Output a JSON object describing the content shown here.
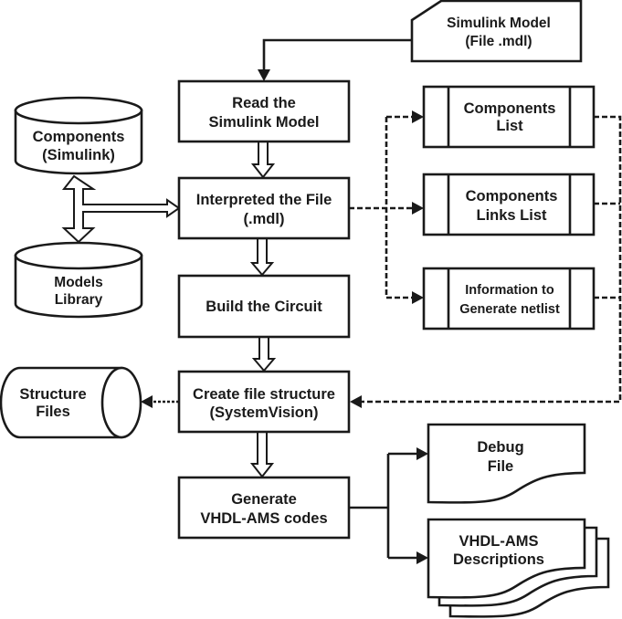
{
  "diagram": {
    "type": "flowchart",
    "colors": {
      "stroke": "#1a1a1a",
      "background": "#ffffff"
    },
    "nodes": {
      "simulink_model": {
        "kind": "document-cut-corner",
        "lines": [
          "Simulink Model",
          "(File .mdl)"
        ]
      },
      "read_model": {
        "kind": "process",
        "lines": [
          "Read the",
          "Simulink Model"
        ]
      },
      "interpret_file": {
        "kind": "process",
        "lines": [
          "Interpreted the File",
          "(.mdl)"
        ]
      },
      "build_circuit": {
        "kind": "process",
        "lines": [
          "Build the Circuit"
        ]
      },
      "create_structure": {
        "kind": "process",
        "lines": [
          "Create file structure",
          "(SystemVision)"
        ]
      },
      "generate_codes": {
        "kind": "process",
        "lines": [
          "Generate",
          "VHDL-AMS codes"
        ]
      },
      "components_db": {
        "kind": "database",
        "lines": [
          "Components",
          "(Simulink)"
        ]
      },
      "models_library": {
        "kind": "database",
        "lines": [
          "Models",
          "Library"
        ]
      },
      "structure_files": {
        "kind": "storage-horizontal",
        "lines": [
          "Structure",
          "Files"
        ]
      },
      "components_list": {
        "kind": "predefined-process",
        "lines": [
          "Components",
          "List"
        ]
      },
      "links_list": {
        "kind": "predefined-process",
        "lines": [
          "Components",
          "Links List"
        ]
      },
      "netlist_info": {
        "kind": "predefined-process",
        "lines": [
          "Information to",
          "Generate netlist"
        ]
      },
      "debug_file": {
        "kind": "document",
        "lines": [
          "Debug",
          "File"
        ]
      },
      "vhdl_descriptions": {
        "kind": "multi-document",
        "lines": [
          "VHDL-AMS",
          "Descriptions"
        ]
      }
    },
    "edges": [
      {
        "from": "simulink_model",
        "to": "read_model",
        "style": "solid"
      },
      {
        "from": "read_model",
        "to": "interpret_file",
        "style": "hollow-arrow"
      },
      {
        "from": "components_db",
        "to": "interpret_file",
        "style": "hollow-arrow",
        "bidirectional_with": "models_library"
      },
      {
        "from": "interpret_file",
        "to": "components_list",
        "style": "dashed"
      },
      {
        "from": "interpret_file",
        "to": "links_list",
        "style": "dashed"
      },
      {
        "from": "interpret_file",
        "to": "netlist_info",
        "style": "dashed"
      },
      {
        "from": "interpret_file",
        "to": "build_circuit",
        "style": "hollow-arrow"
      },
      {
        "from": "build_circuit",
        "to": "create_structure",
        "style": "hollow-arrow"
      },
      {
        "from": "components_list",
        "to": "create_structure",
        "style": "dashed"
      },
      {
        "from": "links_list",
        "to": "create_structure",
        "style": "dashed"
      },
      {
        "from": "netlist_info",
        "to": "create_structure",
        "style": "dashed"
      },
      {
        "from": "create_structure",
        "to": "structure_files",
        "style": "dotted"
      },
      {
        "from": "create_structure",
        "to": "generate_codes",
        "style": "hollow-arrow"
      },
      {
        "from": "generate_codes",
        "to": "debug_file",
        "style": "solid"
      },
      {
        "from": "generate_codes",
        "to": "vhdl_descriptions",
        "style": "solid"
      }
    ]
  }
}
